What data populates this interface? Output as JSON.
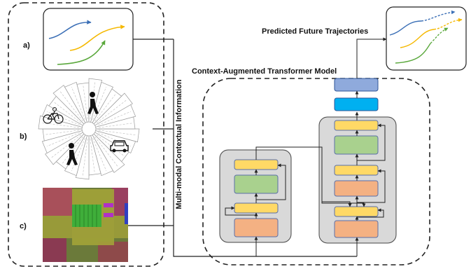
{
  "labels": {
    "panel_a": "a)",
    "panel_b": "b)",
    "panel_c": "c)",
    "multimodal": "Multi-modal Contextual Information",
    "model": "Context-Augmented Transformer Model",
    "predicted": "Predicted Future Trajectories"
  },
  "icons": {
    "pedestrian": "pedestrian-icon",
    "cyclist": "bicycle-icon",
    "car": "car-icon"
  },
  "colors": {
    "blue_traj": "#3b6fb6",
    "yellow_traj": "#f5b800",
    "green_traj": "#5aa83c",
    "block_yellow": "#ffd966",
    "block_green": "#a9d18e",
    "block_orange": "#f4b183",
    "block_blue_dark": "#8faadc",
    "block_blue_light": "#00b0f0",
    "stack_bg": "#d9d9d9"
  }
}
